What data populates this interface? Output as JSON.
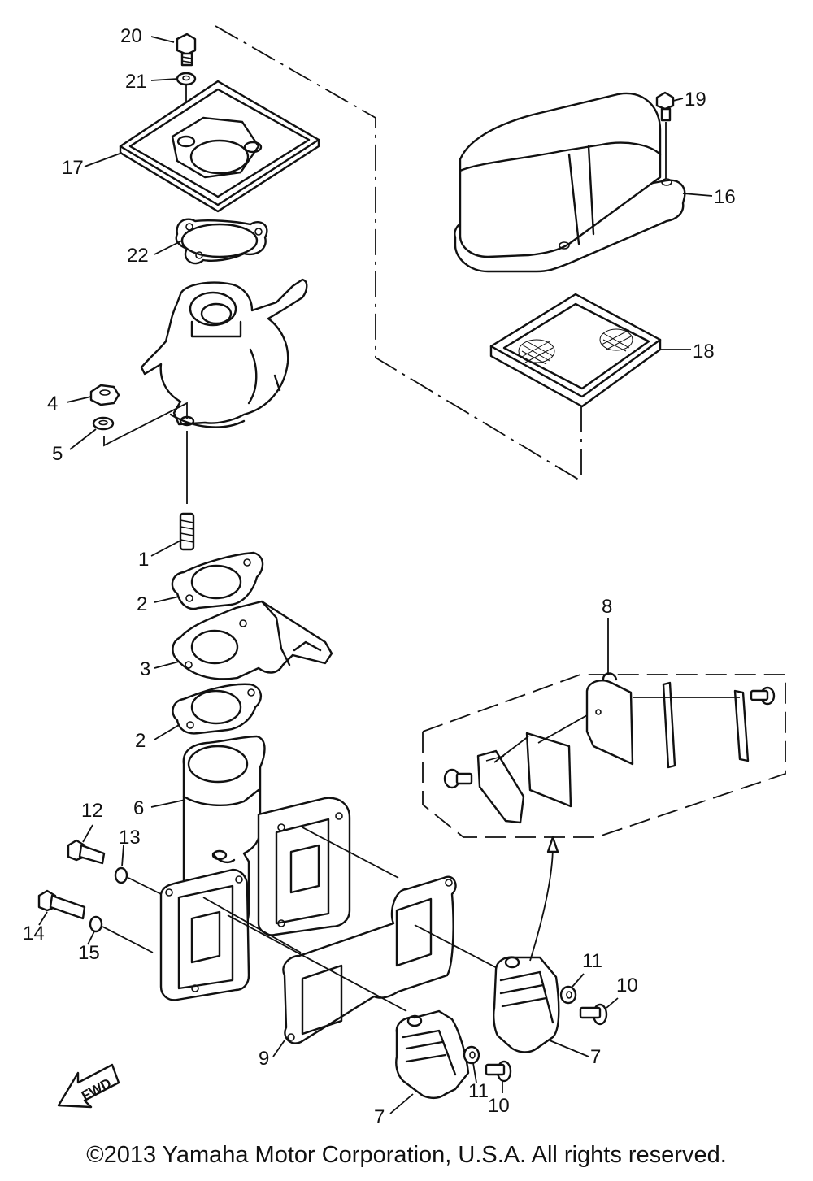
{
  "labels": {
    "n1": "1",
    "n2a": "2",
    "n2b": "2",
    "n3": "3",
    "n4": "4",
    "n5": "5",
    "n6": "6",
    "n7a": "7",
    "n7b": "7",
    "n8": "8",
    "n9": "9",
    "n10a": "10",
    "n10b": "10",
    "n11a": "11",
    "n11b": "11",
    "n12": "12",
    "n13": "13",
    "n14": "14",
    "n15": "15",
    "n16": "16",
    "n17": "17",
    "n18": "18",
    "n19": "19",
    "n20": "20",
    "n21": "21",
    "n22": "22"
  },
  "fwd_label": "FWD",
  "copyright": "©2013 Yamaha Motor Corporation, U.S.A. All rights reserved.",
  "icons": {
    "forward-arrow": "fwd-arrow-icon"
  }
}
